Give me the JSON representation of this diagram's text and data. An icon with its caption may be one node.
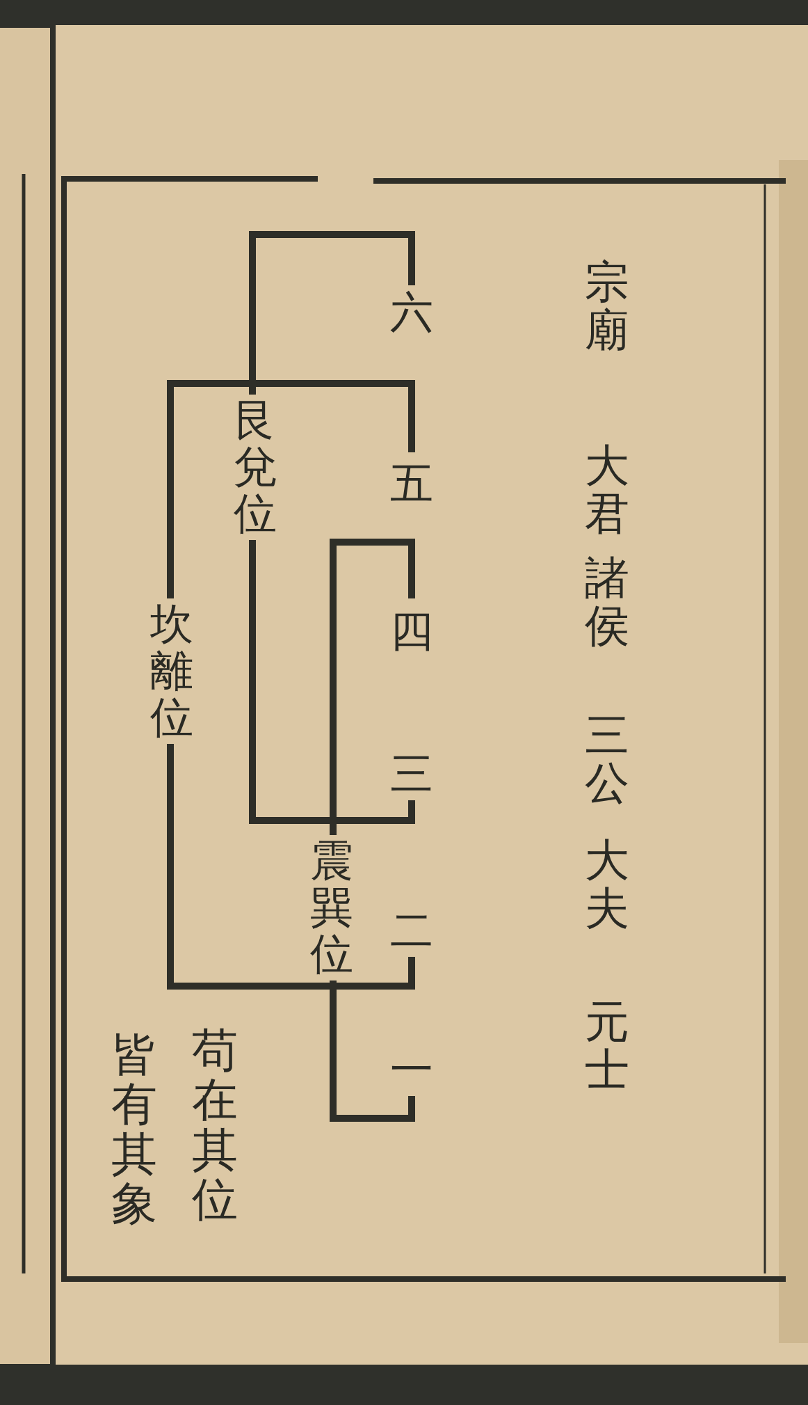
{
  "diagram": {
    "labels": [
      "宗廟",
      "大君",
      "諸侯",
      "三公",
      "大夫",
      "元士",
      "六",
      "五",
      "四",
      "三",
      "二",
      "一",
      "震巽位",
      "艮兌位",
      "坎離位",
      "苟在其位",
      "皆有其象"
    ]
  }
}
